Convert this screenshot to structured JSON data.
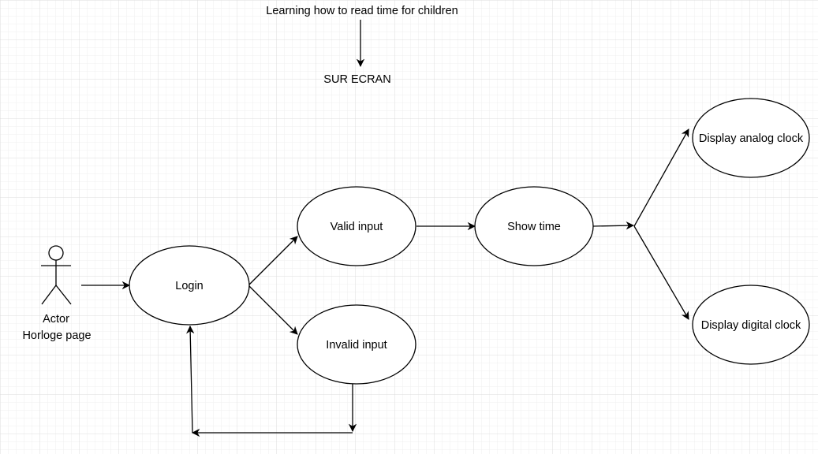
{
  "title": "Learning how to read time for children",
  "subtitle": "SUR ECRAN",
  "actor": {
    "name": "Actor",
    "label": "Horloge page"
  },
  "use_cases": {
    "login": "Login",
    "valid_input": "Valid input",
    "invalid_input": "Invalid input",
    "show_time": "Show time",
    "analog_clock": "Display analog clock",
    "digital_clock": "Display digital clock"
  },
  "colors": {
    "grid": "#e2e2e2",
    "stroke": "#000000",
    "fill": "#ffffff"
  }
}
